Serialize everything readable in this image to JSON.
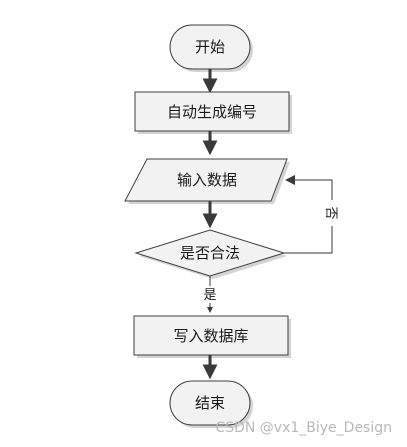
{
  "flowchart": {
    "start": "开始",
    "generate": "自动生成编号",
    "input": "输入数据",
    "decision": "是否合法",
    "no_label": "否",
    "yes_label": "是",
    "write": "写入数据库",
    "end": "结束"
  },
  "watermark": "CSDN @vx1_Biye_Design"
}
